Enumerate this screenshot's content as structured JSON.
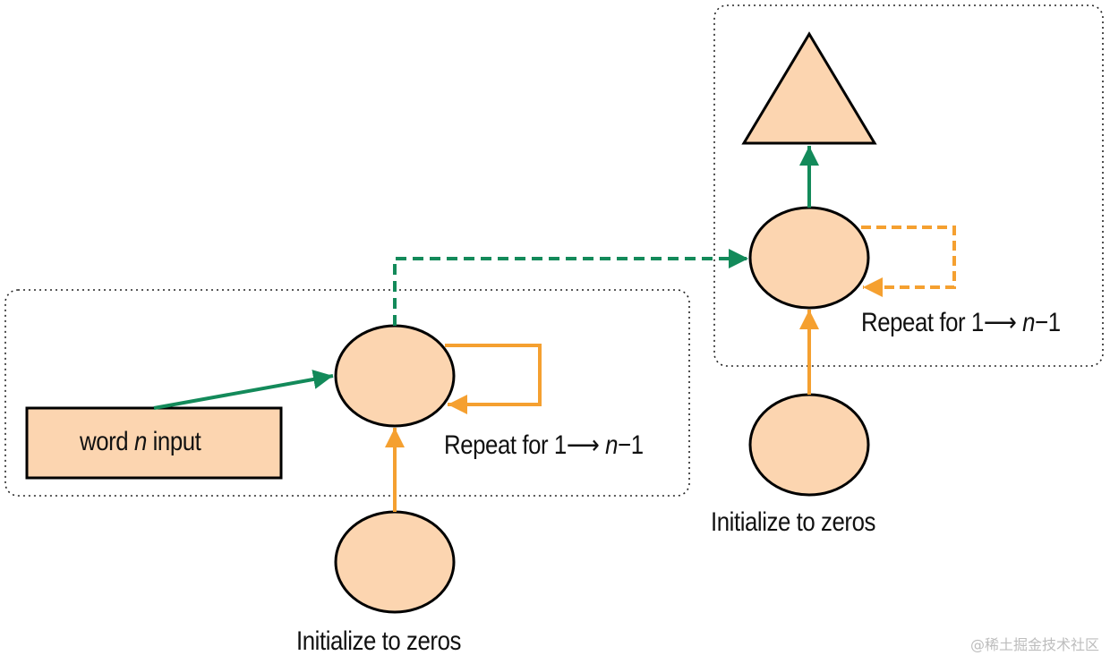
{
  "colors": {
    "node_fill": "#fcd5b0",
    "node_stroke": "#000000",
    "green": "#138a5a",
    "orange": "#f5a030",
    "box_border": "#222222"
  },
  "left_group": {
    "input_label": {
      "pre": "word ",
      "italic": "n",
      "post": " input"
    },
    "repeat_label": {
      "pre": "Repeat for 1",
      "arrow": "⟶",
      "space": " ",
      "italic": "n",
      "post": "−1"
    },
    "init_label": "Initialize to zeros"
  },
  "right_group": {
    "repeat_label": {
      "pre": "Repeat for 1",
      "arrow": "⟶",
      "space": " ",
      "italic": "n",
      "post": "−1"
    },
    "init_label": "Initialize to zeros"
  },
  "watermark": "@稀土掘金技术社区"
}
